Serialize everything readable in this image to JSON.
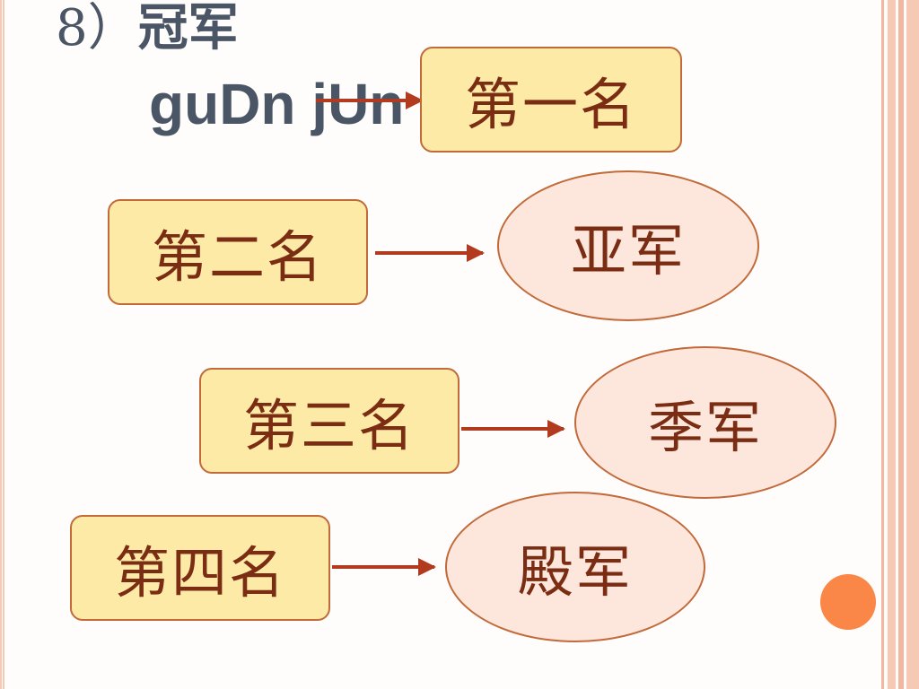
{
  "title": {
    "number": "8）",
    "hanzi": "冠军",
    "pinyin": "guDn jUn"
  },
  "rows": [
    {
      "rank": "第一名",
      "result": ""
    },
    {
      "rank": "第二名",
      "result": "亚军"
    },
    {
      "rank": "第三名",
      "result": "季军"
    },
    {
      "rank": "第四名",
      "result": "殿军"
    }
  ],
  "colors": {
    "box_fill": "#fdeaa7",
    "oval_fill": "#fde6dc",
    "border": "#c16a3a",
    "text": "#7a2d12",
    "arrow": "#b23a1e",
    "title": "#4a5666",
    "accent_dot": "#fa8647"
  }
}
